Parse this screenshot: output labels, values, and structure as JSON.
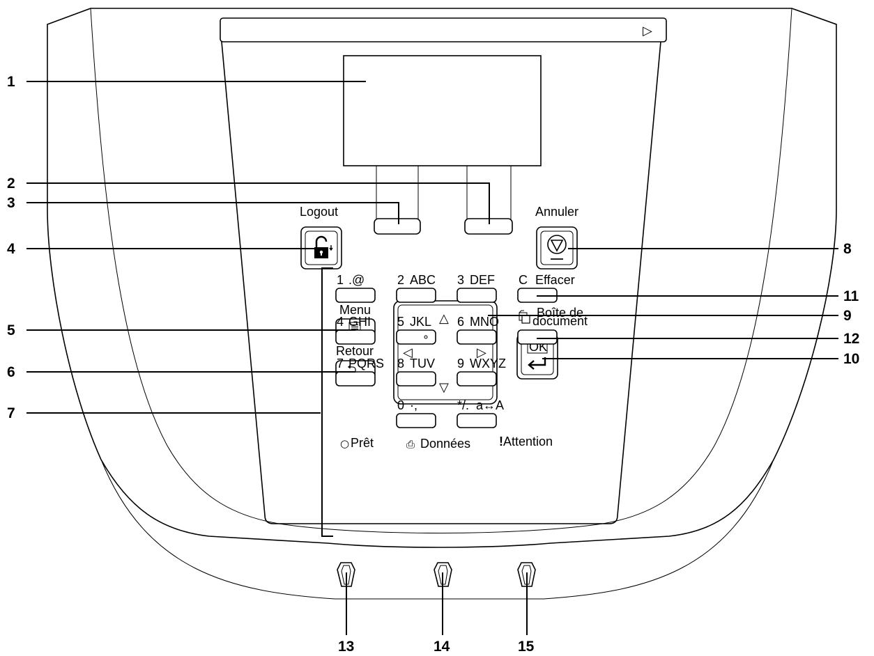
{
  "labels": {
    "logout": "Logout",
    "annuler": "Annuler",
    "menu": "Menu",
    "retour": "Retour",
    "effacer_c": "C",
    "effacer": "Effacer",
    "boite_line1": "Boîte de",
    "boite_line2": "document",
    "pret": "Prêt",
    "donnees": "Données",
    "attention": "Attention",
    "ok": "OK"
  },
  "keypad": [
    {
      "digit": "1",
      "sub": ".@"
    },
    {
      "digit": "2",
      "sub": "ABC"
    },
    {
      "digit": "3",
      "sub": "DEF"
    },
    {
      "digit": "4",
      "sub": "GHI"
    },
    {
      "digit": "5",
      "sub": "JKL"
    },
    {
      "digit": "6",
      "sub": "MNO"
    },
    {
      "digit": "7",
      "sub": "PQRS"
    },
    {
      "digit": "8",
      "sub": "TUV"
    },
    {
      "digit": "9",
      "sub": "WXYZ"
    },
    {
      "digit": "0",
      "sub": "·,"
    },
    {
      "digit": "*/.",
      "sub": "a↔A"
    }
  ],
  "callouts": [
    "1",
    "2",
    "3",
    "4",
    "5",
    "6",
    "7",
    "8",
    "9",
    "10",
    "11",
    "12",
    "13",
    "14",
    "15"
  ],
  "icons": {
    "play_arrow": "▷",
    "arrow_up": "△",
    "arrow_down": "▽",
    "arrow_left": "◁",
    "arrow_right": "▷",
    "back": "⮌",
    "enter": "↵",
    "ready_led": "○",
    "data_led": "⎙",
    "attention_led": "!"
  }
}
